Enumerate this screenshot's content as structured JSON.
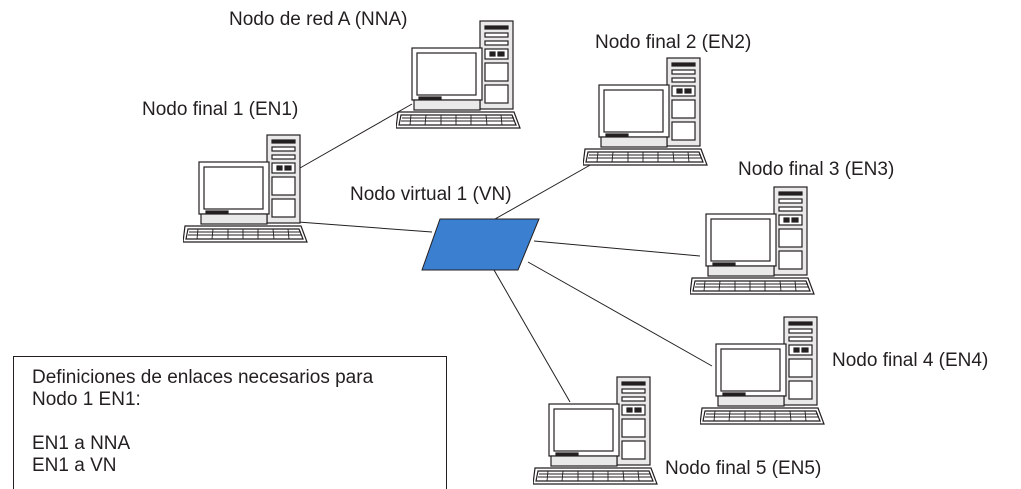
{
  "nodes": {
    "nna": {
      "label": "Nodo de red A (NNA)"
    },
    "en1": {
      "label": "Nodo final 1 (EN1)"
    },
    "en2": {
      "label": "Nodo final 2 (EN2)"
    },
    "en3": {
      "label": "Nodo final 3 (EN3)"
    },
    "en4": {
      "label": "Nodo final 4 (EN4)"
    },
    "en5": {
      "label": "Nodo final 5 (EN5)"
    },
    "vn": {
      "label": "Nodo virtual 1 (VN)",
      "color": "#3b7fd1"
    }
  },
  "links": [
    {
      "from": "EN1",
      "to": "NNA"
    },
    {
      "from": "EN1",
      "to": "VN"
    },
    {
      "from": "EN2",
      "to": "VN"
    },
    {
      "from": "EN3",
      "to": "VN"
    },
    {
      "from": "EN4",
      "to": "VN"
    },
    {
      "from": "EN5",
      "to": "VN"
    }
  ],
  "definitions": {
    "heading_line1": "Definiciones de enlaces necesarios para",
    "heading_line2": "Nodo 1 EN1:",
    "items": [
      "EN1 a NNA",
      "EN1 a VN"
    ]
  },
  "colors": {
    "line": "#231f20",
    "text": "#231f20",
    "virtual_node_fill": "#3b7fd1"
  }
}
